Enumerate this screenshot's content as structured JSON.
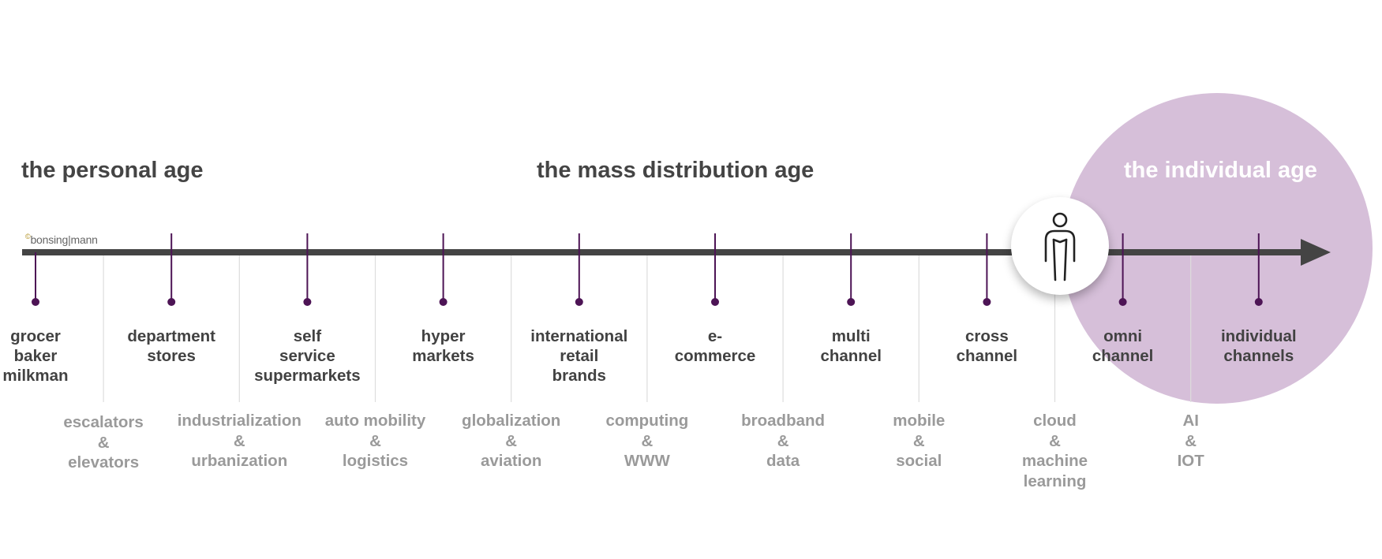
{
  "ages": {
    "personal": "the personal age",
    "mass": "the mass distribution age",
    "individual": "the individual age"
  },
  "logo": {
    "copyright": "©",
    "name": "bonsing|mann"
  },
  "colors": {
    "axis": "#444444",
    "milestone": "#4d1455",
    "circle": "#d6bfd9",
    "enabler_text": "#9a9a9a",
    "milestone_text": "#424242"
  },
  "icons": {
    "person": "person-icon",
    "arrow": "arrow-head-icon"
  },
  "chart_data": {
    "type": "timeline",
    "milestones": [
      {
        "id": "m1",
        "lines": [
          "grocer",
          "baker",
          "milkman"
        ]
      },
      {
        "id": "m2",
        "lines": [
          "department",
          "stores"
        ]
      },
      {
        "id": "m3",
        "lines": [
          "self",
          "service",
          "supermarkets"
        ]
      },
      {
        "id": "m4",
        "lines": [
          "hyper",
          "markets"
        ]
      },
      {
        "id": "m5",
        "lines": [
          "international",
          "retail",
          "brands"
        ]
      },
      {
        "id": "m6",
        "lines": [
          "e-",
          "commerce"
        ]
      },
      {
        "id": "m7",
        "lines": [
          "multi",
          "channel"
        ]
      },
      {
        "id": "m8",
        "lines": [
          "cross",
          "channel"
        ]
      },
      {
        "id": "m9",
        "lines": [
          "omni",
          "channel"
        ]
      },
      {
        "id": "m10",
        "lines": [
          "individual",
          "channels"
        ]
      }
    ],
    "enablers": [
      {
        "id": "e1",
        "lines": [
          "escalators",
          "&",
          "elevators"
        ]
      },
      {
        "id": "e2",
        "lines": [
          "industrialization",
          "&",
          "urbanization"
        ]
      },
      {
        "id": "e3",
        "lines": [
          "auto mobility",
          "&",
          "logistics"
        ]
      },
      {
        "id": "e4",
        "lines": [
          "globalization",
          "&",
          "aviation"
        ]
      },
      {
        "id": "e5",
        "lines": [
          "computing",
          "&",
          "WWW"
        ]
      },
      {
        "id": "e6",
        "lines": [
          "broadband",
          "&",
          "data"
        ]
      },
      {
        "id": "e7",
        "lines": [
          "mobile",
          "&",
          "social"
        ]
      },
      {
        "id": "e8",
        "lines": [
          "cloud",
          "&",
          "machine",
          "learning"
        ]
      },
      {
        "id": "e9",
        "lines": [
          "AI",
          "&",
          "IOT"
        ]
      }
    ]
  }
}
